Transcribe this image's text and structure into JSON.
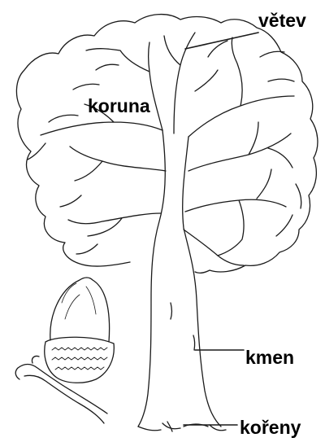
{
  "labels": {
    "vetev": "větev",
    "koruna": "koruna",
    "kmen": "kmen",
    "koreny": "kořeny"
  },
  "style": {
    "ink_color": "#1a1a1a",
    "background": "#ffffff"
  }
}
